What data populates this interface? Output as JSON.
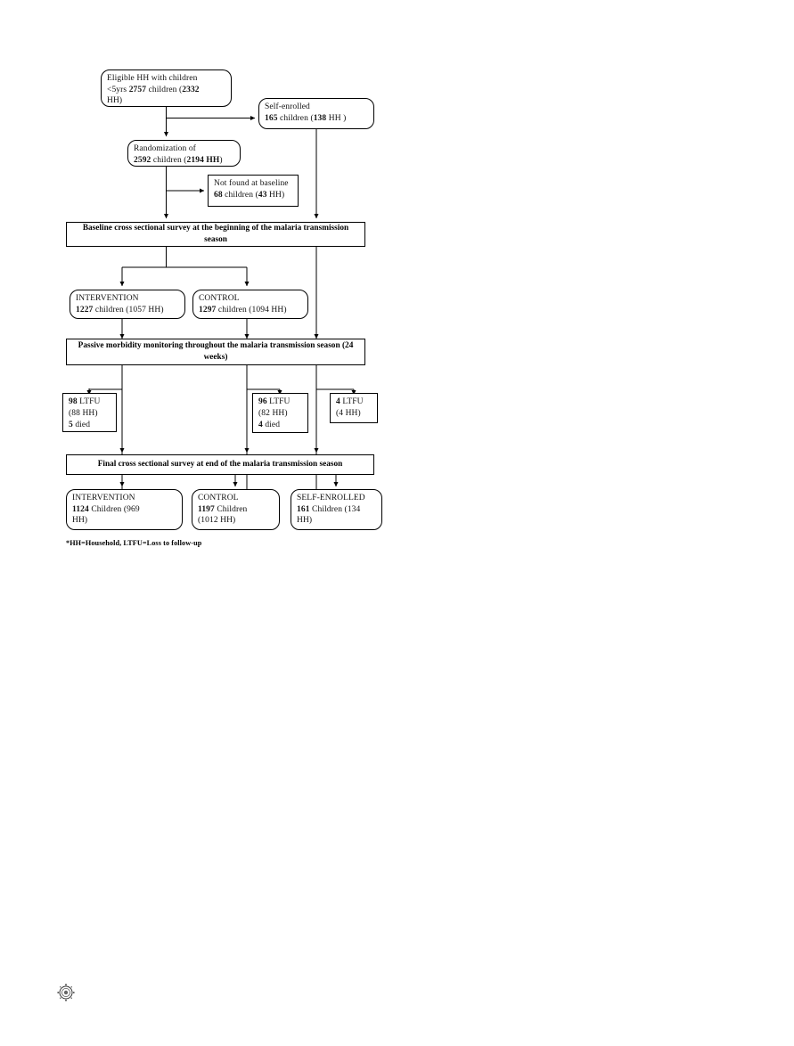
{
  "document": {
    "type": "study-flow-diagram",
    "footnote": "*HH=Household, LTFU=Loss to follow-up"
  },
  "nodes": {
    "eligible": {
      "line1": "Eligible HH with children",
      "line2_pre": "<5yrs ",
      "line2_bold1": "2757",
      "line2_mid": " children (",
      "line2_bold2": "2332",
      "line3": "HH)"
    },
    "self_enrolled": {
      "line1": "Self-enrolled",
      "bold1": "165",
      "mid": " children (",
      "bold2": "138",
      "tail": " HH )"
    },
    "randomization": {
      "line1": "Randomization of",
      "bold1": "2592",
      "mid": " children (",
      "bold2": "2194 HH",
      "tail": ")"
    },
    "not_found": {
      "line1": "Not found at baseline",
      "bold1": "68",
      "mid": " children (",
      "bold2": "43",
      "tail": " HH)"
    },
    "baseline_survey": {
      "text": "Baseline cross sectional survey at the beginning of the malaria transmission season"
    },
    "intervention_arm": {
      "line1": "INTERVENTION",
      "bold1": "1227",
      "tail": " children (1057 HH)"
    },
    "control_arm": {
      "line1": "CONTROL",
      "bold1": "1297",
      "tail": " children (1094 HH)"
    },
    "passive_monitoring": {
      "text": "Passive morbidity monitoring throughout the malaria transmission season (24 weeks)"
    },
    "ltfu_intervention": {
      "bold1": "98",
      "label1": " LTFU",
      "line2": "(88 HH)",
      "bold2": "5",
      "label2": "  died"
    },
    "ltfu_control": {
      "bold1": "96",
      "label1": " LTFU",
      "line2": "(82 HH)",
      "bold2": " 4",
      "label2": "  died"
    },
    "ltfu_self_enrolled": {
      "bold1": "4",
      "label1": " LTFU",
      "line2": "(4 HH)"
    },
    "final_survey": {
      "text": "Final cross sectional survey at end of the malaria transmission season"
    },
    "final_intervention": {
      "line1": "INTERVENTION",
      "bold1": "1124",
      "mid": " Children (969",
      "line3": "HH)"
    },
    "final_control": {
      "line1": "CONTROL",
      "bold1": "1197",
      "mid": " Children",
      "line3": "(1012 HH)"
    },
    "final_self_enrolled": {
      "line1": "SELF-ENROLLED",
      "bold1": "161",
      "mid": " Children (134",
      "line3": "HH)"
    }
  },
  "colors": {
    "stroke": "#000000",
    "background": "#ffffff",
    "text": "#111111"
  }
}
